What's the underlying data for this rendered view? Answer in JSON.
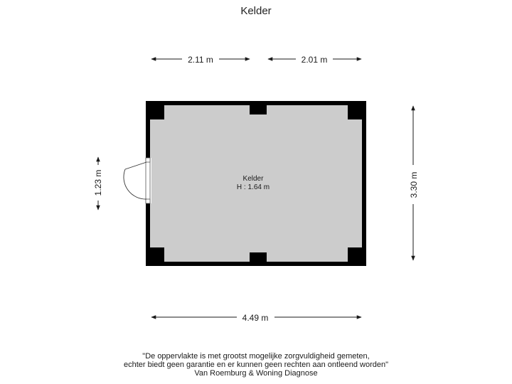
{
  "title": "Kelder",
  "room": {
    "name": "Kelder",
    "height": "H : 1.64 m"
  },
  "dimensions": {
    "top_left": "2.11 m",
    "top_right": "2.01 m",
    "bottom": "4.49 m",
    "right": "3.30 m",
    "left": "1.23 m"
  },
  "colors": {
    "wall": "#000000",
    "floor": "#cccccc",
    "background": "#ffffff"
  },
  "footer": {
    "line1": "\"De oppervlakte is met grootst mogelijke zorgvuldigheid gemeten,",
    "line2": "echter biedt geen garantie en er kunnen geen rechten aan ontleend worden\"",
    "line3": "Van Roemburg & Woning Diagnose"
  }
}
